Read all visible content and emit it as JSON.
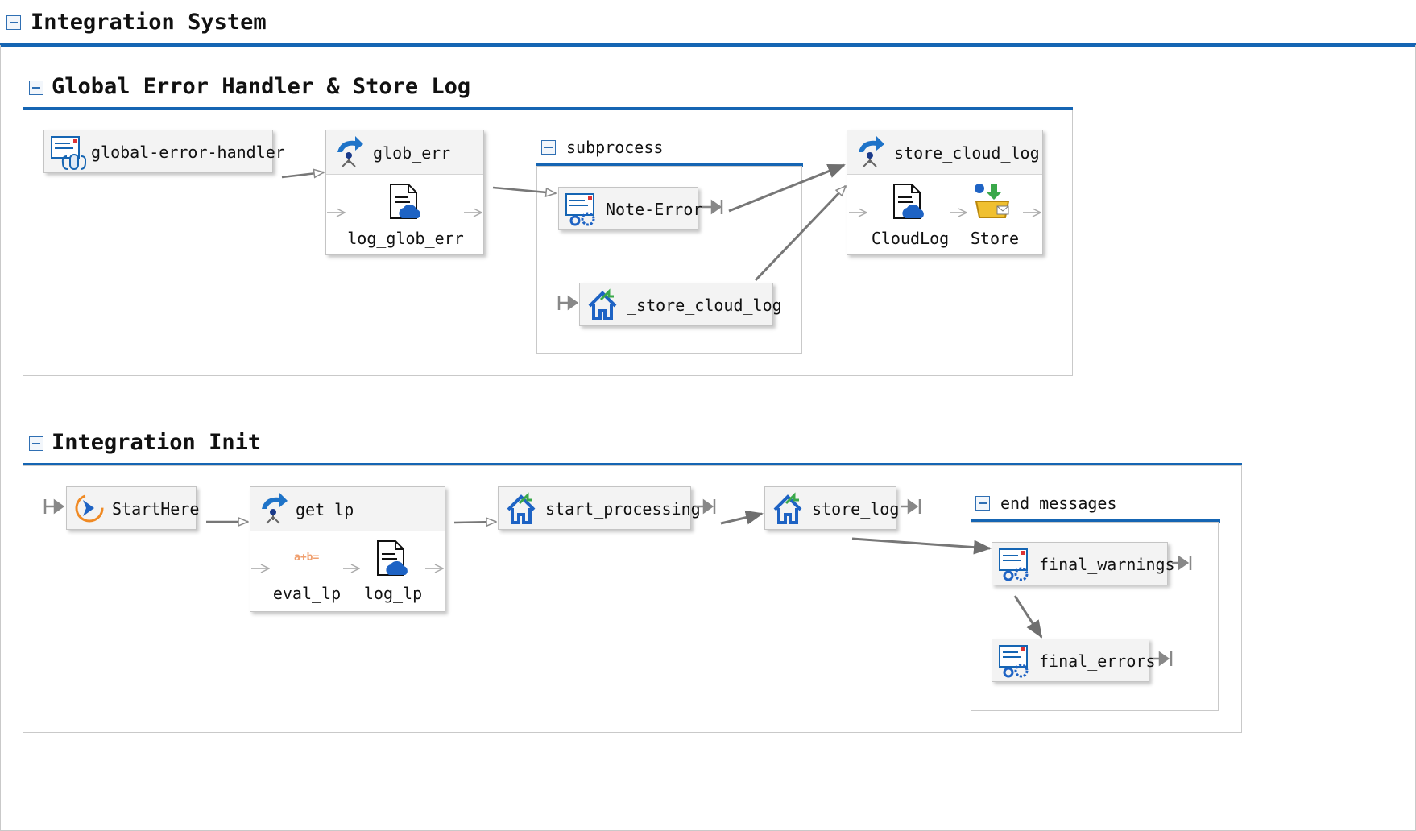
{
  "system": {
    "title": "Integration System"
  },
  "groups": {
    "global": {
      "title": "Global Error Handler & Store Log",
      "nodes": {
        "handler": "global-error-handler",
        "glob_err": "glob_err",
        "log_glob_err": "log_glob_err",
        "note_error": "Note-Error",
        "store_cloud_log_entry": "_store_cloud_log",
        "store_cloud_log": "store_cloud_log",
        "cloudlog": "CloudLog",
        "store": "Store"
      },
      "subprocess": {
        "title": "subprocess"
      }
    },
    "init": {
      "title": "Integration Init",
      "nodes": {
        "start": "StartHere",
        "get_lp": "get_lp",
        "eval_lp": "eval_lp",
        "log_lp": "log_lp",
        "start_processing": "start_processing",
        "store_log": "store_log",
        "final_warnings": "final_warnings",
        "final_errors": "final_errors"
      },
      "end_messages": {
        "title": "end messages"
      }
    }
  },
  "icons": {
    "eval_glyph": "a+b=",
    "colors": {
      "accent": "#1565b3",
      "orange": "#f08a24",
      "green": "#3aa84a",
      "arrow": "#7a7a7a"
    }
  }
}
